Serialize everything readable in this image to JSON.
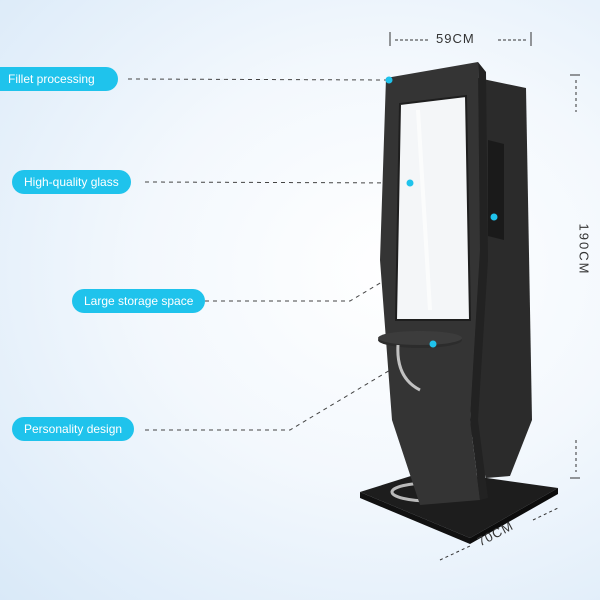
{
  "callouts": {
    "fillet": "Fillet processing",
    "glass": "High-quality glass",
    "storage": "Large storage space",
    "personality": "Personality design"
  },
  "dimensions": {
    "width": "59CM",
    "height": "190CM",
    "depth": "70CM"
  },
  "colors": {
    "accent": "#1fc3ec",
    "wood": "#2a2a2a",
    "background": "#e6f0fa"
  }
}
